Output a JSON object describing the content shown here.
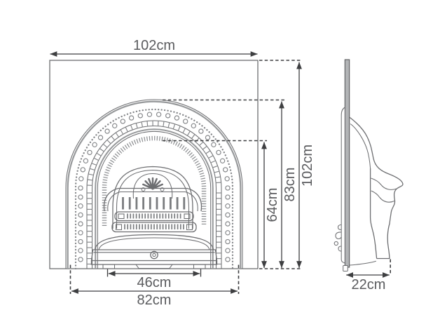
{
  "front_view": {
    "overall_width": "102cm",
    "overall_height": "102cm",
    "arch_height": "83cm",
    "opening_height": "64cm",
    "grate_width": "46cm",
    "insert_width": "82cm"
  },
  "side_view": {
    "depth": "22cm"
  },
  "colors": {
    "artwork_line": "#6d6e71",
    "soft_line": "#97999b",
    "dimension_line": "#3e3f41",
    "label_text": "#5a5b5e",
    "side_panel_fill": "#b2b4b6",
    "background": "#ffffff"
  }
}
